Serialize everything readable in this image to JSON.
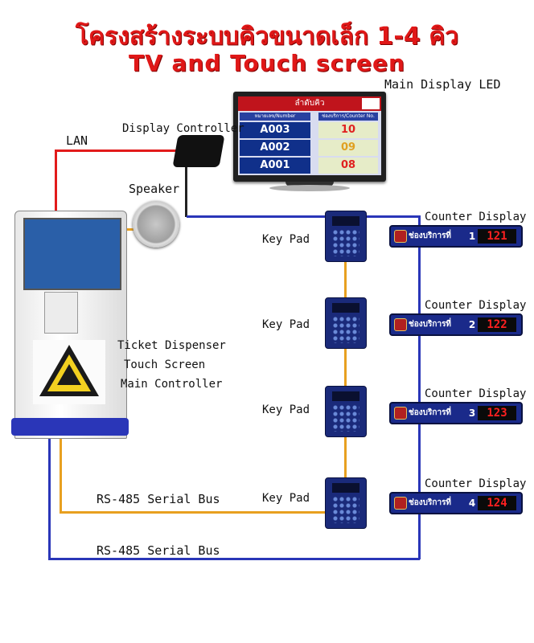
{
  "title": {
    "line1": "โครงสร้างระบบคิวขนาดเล็ก 1-4 คิว",
    "line2": "TV and Touch screen"
  },
  "labels": {
    "main_display": "Main Display LED",
    "lan": "LAN",
    "display_controller": "Display Controller",
    "speaker": "Speaker",
    "ticket_dispenser": [
      "Ticket Dispenser",
      "Touch Screen",
      "Main Controller"
    ],
    "rs485_orange": "RS-485 Serial Bus",
    "rs485_blue": "RS-485 Serial Bus"
  },
  "tv_screen": {
    "header": "ลำดับคิว",
    "col_number": "หมายเลข/Number",
    "col_counter": "ช่องบริการ/Counter No.",
    "rows": [
      {
        "number": "A003",
        "counter": "10"
      },
      {
        "number": "A002",
        "counter": "09"
      },
      {
        "number": "A001",
        "counter": "08"
      }
    ]
  },
  "stations": [
    {
      "keypad_label": "Key Pad",
      "display_label": "Counter Display",
      "service_text": "ช่องบริการที่",
      "counter_no": "1",
      "queue": "121"
    },
    {
      "keypad_label": "Key Pad",
      "display_label": "Counter Display",
      "service_text": "ช่องบริการที่",
      "counter_no": "2",
      "queue": "122"
    },
    {
      "keypad_label": "Key Pad",
      "display_label": "Counter Display",
      "service_text": "ช่องบริการที่",
      "counter_no": "3",
      "queue": "123"
    },
    {
      "keypad_label": "Key Pad",
      "display_label": "Counter Display",
      "service_text": "ช่องบริการที่",
      "counter_no": "4",
      "queue": "124"
    }
  ],
  "colors": {
    "title": "#e01818",
    "lan_wire": "#e21b1b",
    "orange_bus": "#e8a020",
    "blue_bus": "#2a36b8",
    "led_text": "#ff2020"
  }
}
